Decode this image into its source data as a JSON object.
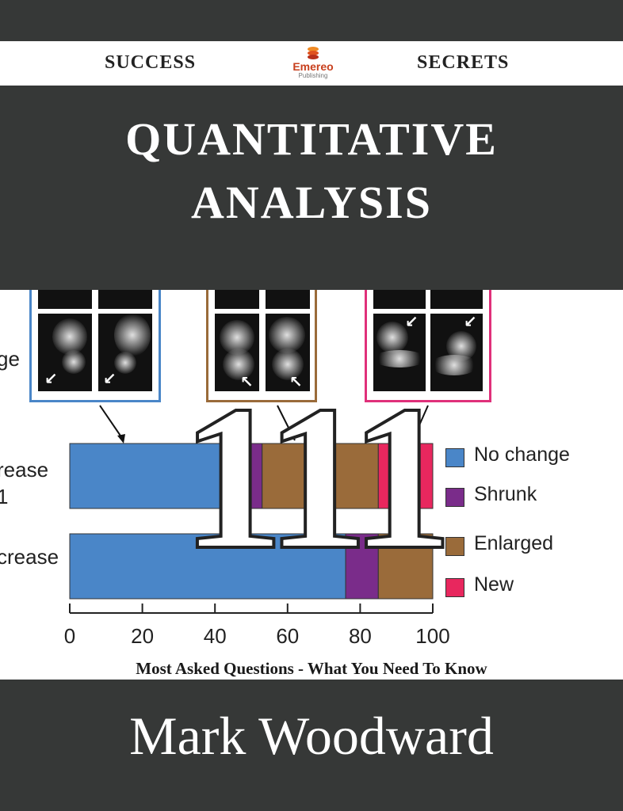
{
  "cover": {
    "series_left": "SUCCESS",
    "series_right": "SECRETS",
    "publisher_name": "Emereo",
    "publisher_sub": "Publishing",
    "title_line1": "QUANTITATIVE",
    "title_line2": "ANALYSIS",
    "number": "111",
    "subtitle": "Most Asked Questions - What You Need To Know",
    "author": "Mark Woodward"
  },
  "figure": {
    "row_labels": [
      "ge",
      "rease",
      "1",
      "crease"
    ],
    "legend": [
      {
        "label": "No change",
        "color": "#4a86c8"
      },
      {
        "label": "Shrunk",
        "color": "#7a2c8a"
      },
      {
        "label": "Enlarged",
        "color": "#9a6b3a"
      },
      {
        "label": "New",
        "color": "#e8275e"
      }
    ],
    "axis_ticks": [
      "0",
      "20",
      "40",
      "60",
      "80",
      "100"
    ],
    "frame_colors": [
      "#4a86c8",
      "#9a6b3a",
      "#e0307a"
    ],
    "bars": [
      {
        "segments": [
          50,
          3,
          32,
          15
        ]
      },
      {
        "segments": [
          76,
          9,
          15,
          0
        ]
      }
    ]
  }
}
